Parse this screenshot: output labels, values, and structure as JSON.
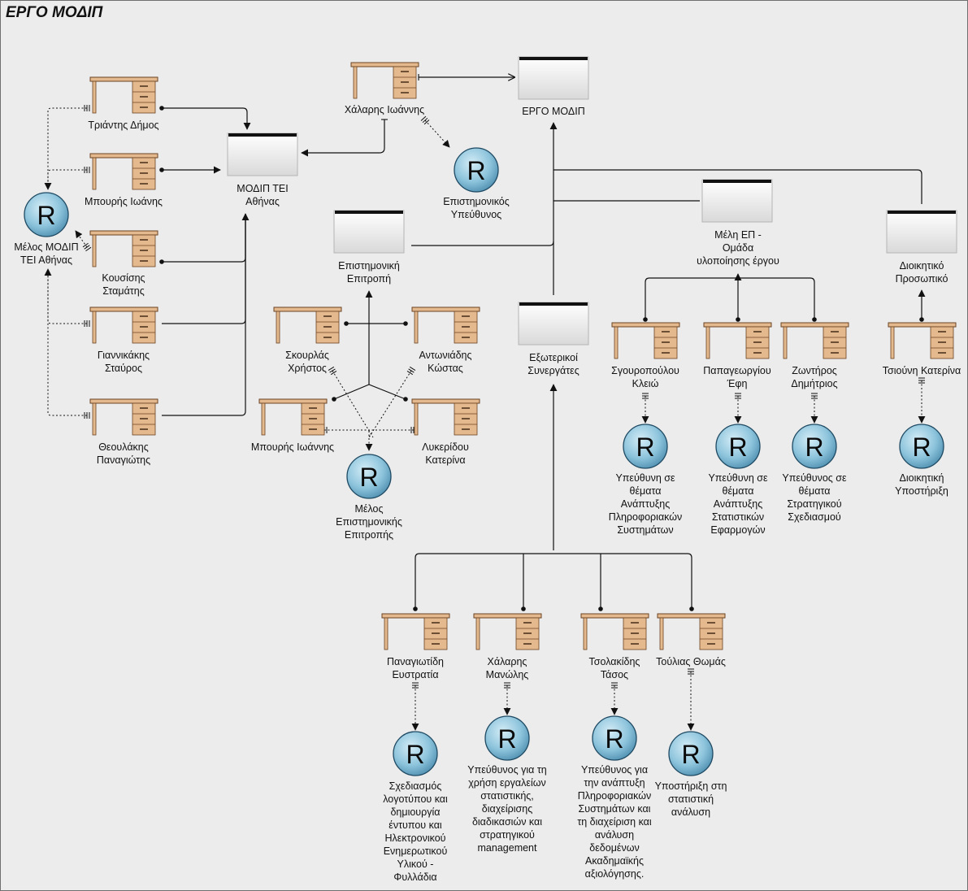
{
  "title": "ΕΡΓΟ ΜΟΔΙΠ",
  "colors": {
    "background": "#ececec",
    "desk": "#e5b98e",
    "desk_outline": "#6b4423",
    "role_fill": "#8dc4dc",
    "unit_bar": "#111111"
  },
  "units": [
    {
      "id": "u_ergo",
      "lines": [
        "ΕΡΓΟ ΜΟΔΙΠ"
      ]
    },
    {
      "id": "u_modip",
      "lines": [
        "ΜΟΔΙΠ ΤΕΙ",
        "Αθήνας"
      ]
    },
    {
      "id": "u_epist",
      "lines": [
        "Επιστημονική",
        "Επιτροπή"
      ]
    },
    {
      "id": "u_exot",
      "lines": [
        "Εξωτερικοί",
        "Συνεργάτες"
      ]
    },
    {
      "id": "u_meli",
      "lines": [
        "Μέλη ΕΠ -",
        "Ομάδα",
        "υλοποίησης έργου"
      ]
    },
    {
      "id": "u_dioik",
      "lines": [
        "Διοικητικό",
        "Προσωπικό"
      ]
    }
  ],
  "persons": [
    {
      "id": "p_trian",
      "lines": [
        "Τριάντης Δήμος"
      ]
    },
    {
      "id": "p_mpour1",
      "lines": [
        "Μπουρής  Ιωάνης"
      ]
    },
    {
      "id": "p_kous",
      "lines": [
        "Κουσίσης",
        "Σταμάτης"
      ]
    },
    {
      "id": "p_giann",
      "lines": [
        "Γιαννικάκης",
        "Σταύρος"
      ]
    },
    {
      "id": "p_theoul",
      "lines": [
        "Θεουλάκης",
        "Παναγιώτης"
      ]
    },
    {
      "id": "p_chal_i",
      "lines": [
        "Χάλαρης Ιωάννης"
      ]
    },
    {
      "id": "p_skour",
      "lines": [
        "Σκουρλάς",
        "Χρήστος"
      ]
    },
    {
      "id": "p_anton",
      "lines": [
        "Αντωνιάδης",
        "Κώστας"
      ]
    },
    {
      "id": "p_mpour2",
      "lines": [
        "Μπουρής Ιωάννης"
      ]
    },
    {
      "id": "p_lyker",
      "lines": [
        "Λυκερίδου",
        "Κατερίνα"
      ]
    },
    {
      "id": "p_sgour",
      "lines": [
        "Σγουροπούλου",
        "Κλειώ"
      ]
    },
    {
      "id": "p_papag",
      "lines": [
        "Παπαγεωργίου",
        "Έφη"
      ]
    },
    {
      "id": "p_zont",
      "lines": [
        "Ζωντήρος",
        "Δημήτριος"
      ]
    },
    {
      "id": "p_tsiou",
      "lines": [
        "Τσιούνη Κατερίνα"
      ]
    },
    {
      "id": "p_panag",
      "lines": [
        "Παναγιωτίδη",
        "Ευστρατία"
      ]
    },
    {
      "id": "p_chal_m",
      "lines": [
        "Χάλαρης",
        "Μανώλης"
      ]
    },
    {
      "id": "p_tsol",
      "lines": [
        "Τσολακίδης",
        "Τάσος"
      ]
    },
    {
      "id": "p_toul",
      "lines": [
        "Τούλιας Θωμάς"
      ]
    }
  ],
  "roles": [
    {
      "id": "r_melos_modip",
      "letter": "R",
      "lines": [
        "Μέλος ΜΟΔΙΠ",
        "ΤΕΙ Αθήνας"
      ]
    },
    {
      "id": "r_epist_yp",
      "letter": "R",
      "lines": [
        "Επιστημονικός",
        "Υπεύθυνος"
      ]
    },
    {
      "id": "r_melos_ep",
      "letter": "R",
      "lines": [
        "Μέλος",
        "Επιστημονικής",
        "Επιτροπής"
      ]
    },
    {
      "id": "r_ypeu_pliro",
      "letter": "R",
      "lines": [
        "Υπεύθυνη σε",
        "θέματα",
        "Ανάπτυξης",
        "Πληροφοριακών",
        "Συστημάτων"
      ]
    },
    {
      "id": "r_ypeu_stat",
      "letter": "R",
      "lines": [
        "Υπεύθυνη σε",
        "θέματα",
        "Ανάπτυξης",
        "Στατιστικών",
        "Εφαρμογών"
      ]
    },
    {
      "id": "r_ypeu_strat",
      "letter": "R",
      "lines": [
        "Υπεύθυνος σε",
        "θέματα",
        "Στρατηγικού",
        "Σχεδιασμού"
      ]
    },
    {
      "id": "r_dioik_yp",
      "letter": "R",
      "lines": [
        "Διοικητική",
        "Υποστήριξη"
      ]
    },
    {
      "id": "r_sxed",
      "letter": "R",
      "lines": [
        "Σχεδιασμός",
        "λογοτύπου και",
        "δημιουργία",
        "έντυπου και",
        "Ηλεκτρονικού",
        "Ενημερωτικού",
        "Υλικού -",
        "Φυλλάδια"
      ]
    },
    {
      "id": "r_xrisi",
      "letter": "R",
      "lines": [
        "Υπεύθυνος για τη",
        "χρήση εργαλείων",
        "στατιστικής,",
        "διαχείρισης",
        "διαδικασιών και",
        "στρατηγικού",
        "management"
      ]
    },
    {
      "id": "r_anapt",
      "letter": "R",
      "lines": [
        "Υπεύθυνος για",
        "την ανάπτυξη",
        "Πληροφοριακών",
        "Συστημάτων και",
        "τη διαχείριση και",
        "ανάλυση",
        "δεδομένων",
        "Ακαδημαϊκής",
        "αξιολόγησης."
      ]
    },
    {
      "id": "r_ypost",
      "letter": "R",
      "lines": [
        "Υποστήριξη στη",
        "στατιστική",
        "ανάλυση"
      ]
    }
  ]
}
